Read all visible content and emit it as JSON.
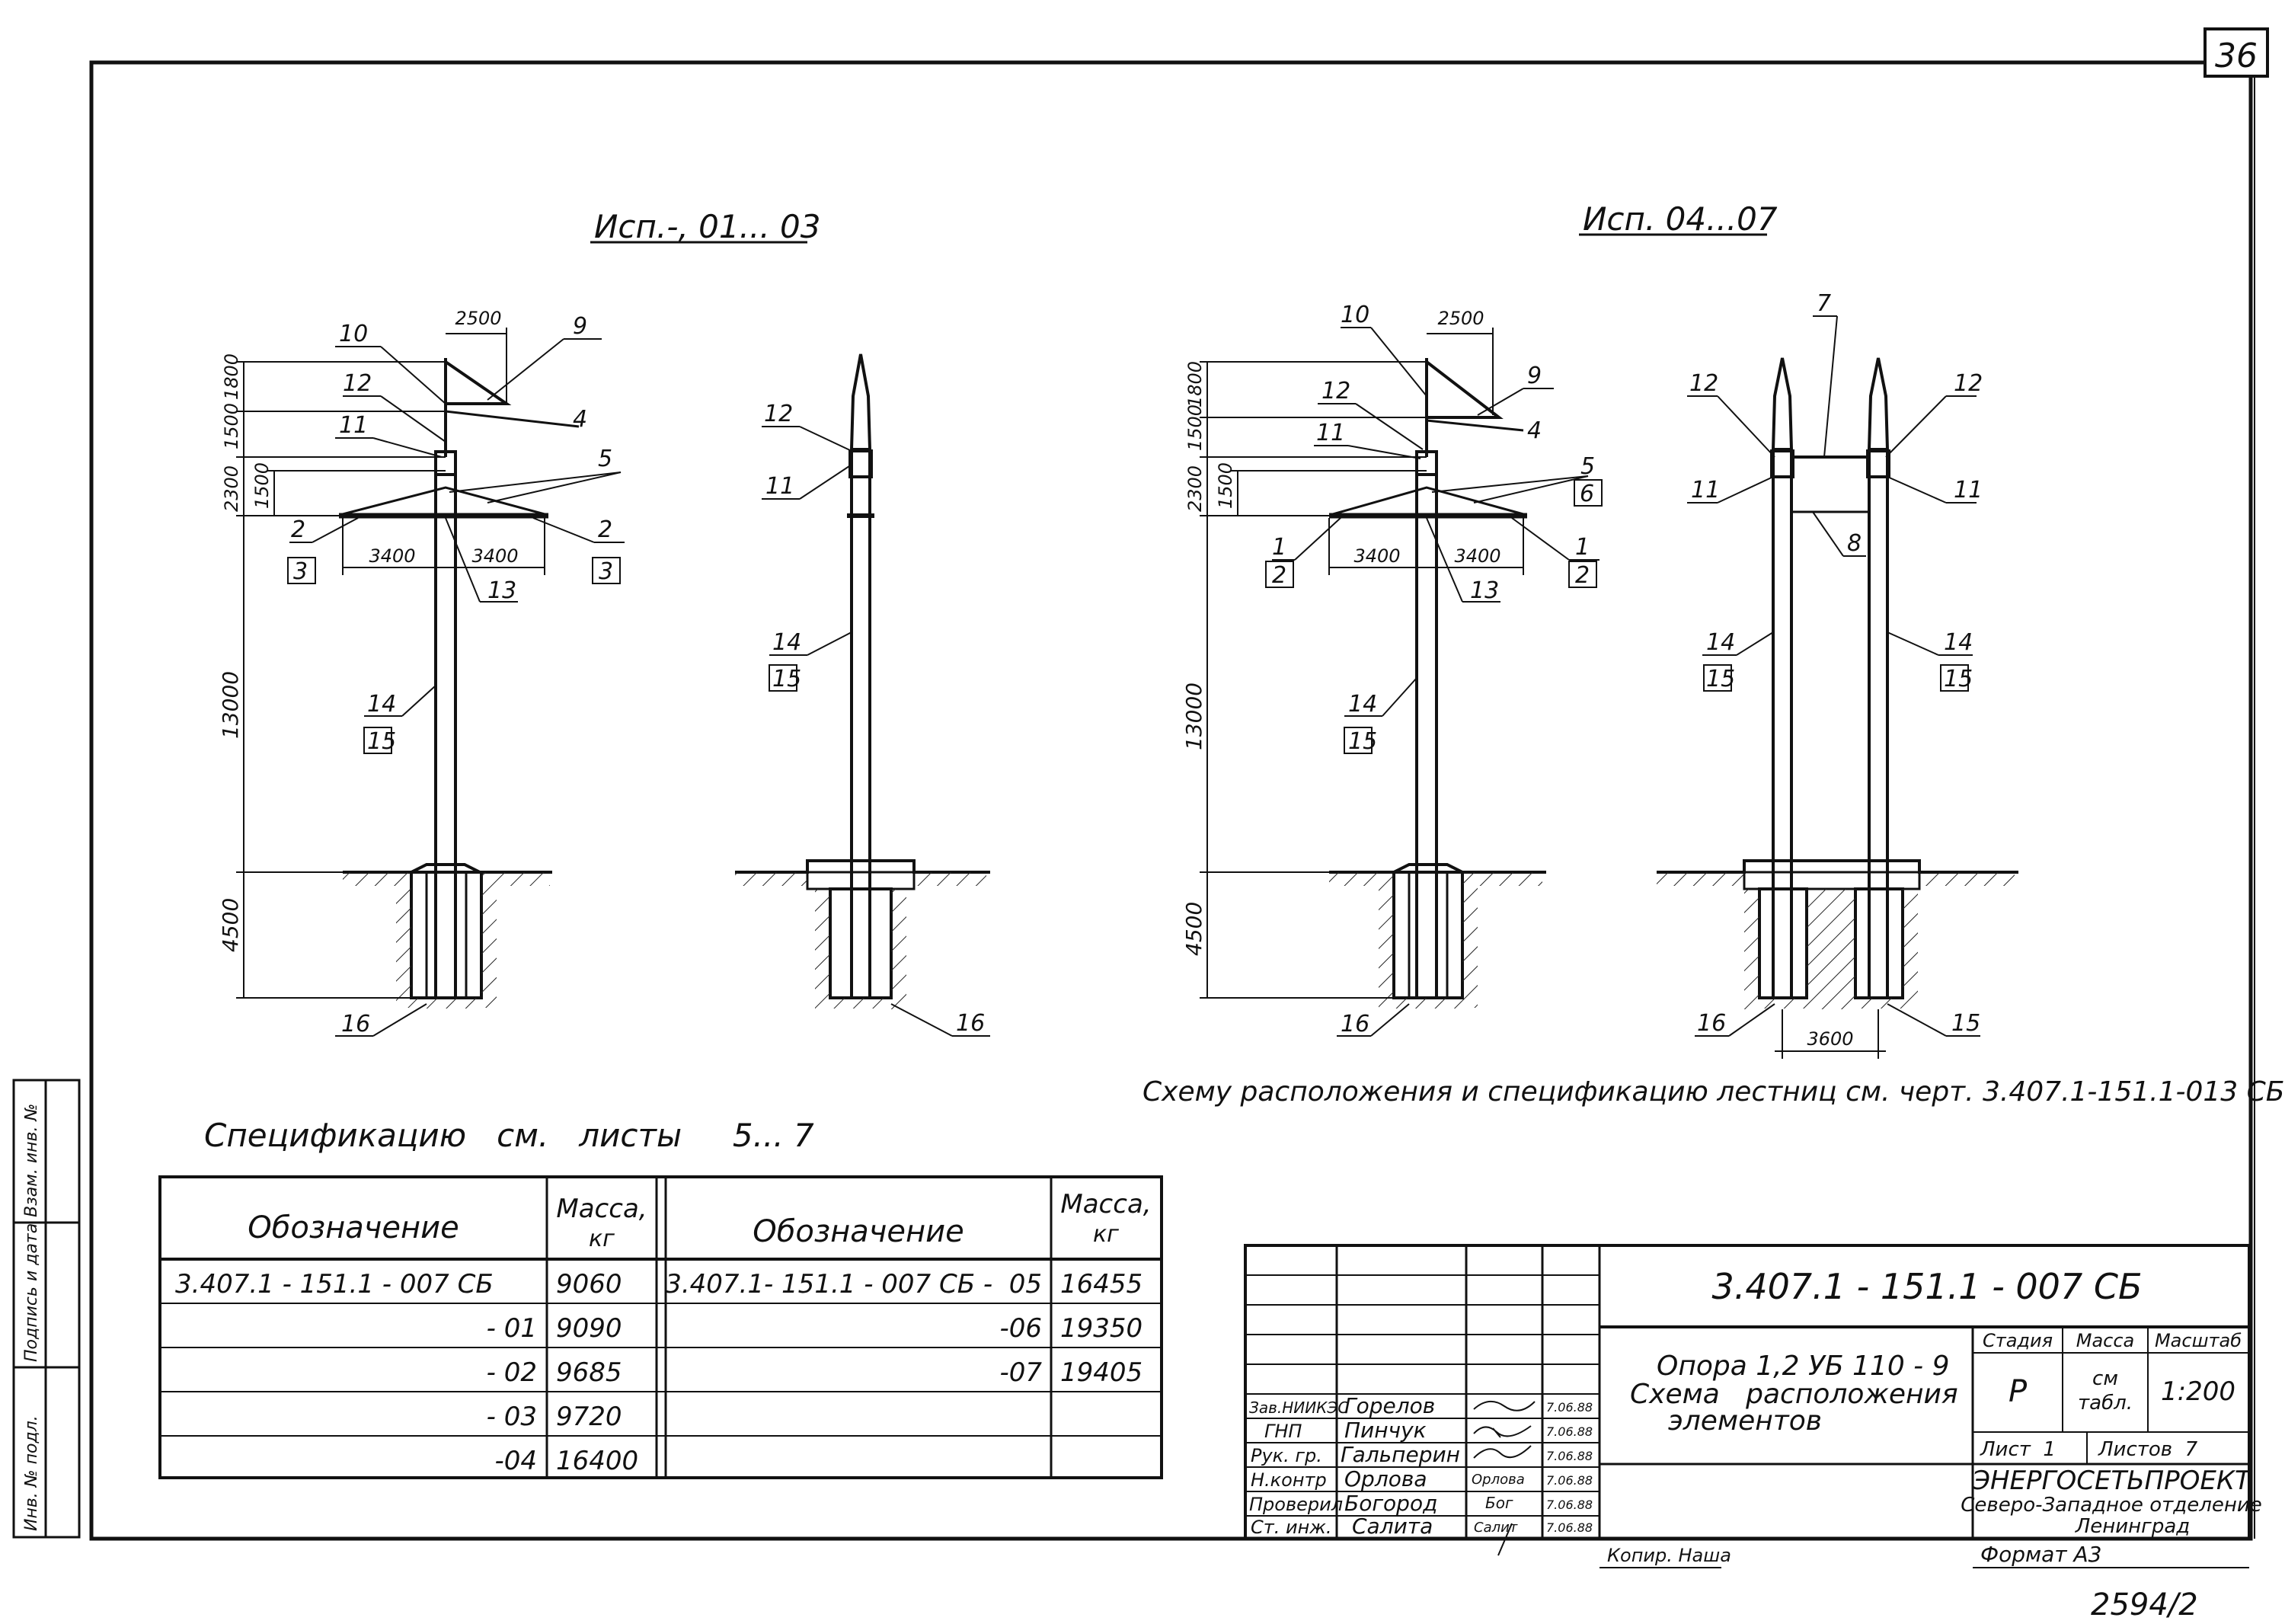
{
  "sheet_number": "36",
  "scheme_a_title": "Исп.-, 01... 03",
  "scheme_b_title": "Исп. 04...07",
  "labels": {
    "n1": "1",
    "n2": "2",
    "n3": "3",
    "n4": "4",
    "n5": "5",
    "n6": "6",
    "n7": "7",
    "n8": "8",
    "n9": "9",
    "n10": "10",
    "n11": "11",
    "n12": "12",
    "n13": "13",
    "n14": "14",
    "n15": "15",
    "n16": "16"
  },
  "dims": {
    "d2500": "2500",
    "d1800": "1800",
    "d1500": "1500",
    "d2300": "2300",
    "d3400": "3400",
    "d13000": "13000",
    "d4500": "4500",
    "d3600": "3600"
  },
  "ladder_note": "Схему расположения и спецификацию лестниц см. черт. 3.407.1-151.1-013 СБ",
  "spec_note": "Спецификацию   см.   листы     5... 7",
  "mass_table": {
    "h_designation": "Обозначение",
    "h_mass_1": "Масса,",
    "h_mass_2": "кг",
    "left_rows": [
      {
        "designation": "3.407.1 - 151.1 - 007 СБ",
        "mass": "9060"
      },
      {
        "designation": "- 01",
        "mass": "9090"
      },
      {
        "designation": "- 02",
        "mass": "9685"
      },
      {
        "designation": "- 03",
        "mass": "9720"
      },
      {
        "designation": "-04",
        "mass": "16400"
      }
    ],
    "right_rows": [
      {
        "designation": "3.407.1- 151.1 - 007 СБ -  05",
        "mass": "16455"
      },
      {
        "designation": "-06",
        "mass": "19350"
      },
      {
        "designation": "-07",
        "mass": "19405"
      },
      {
        "designation": "",
        "mass": ""
      },
      {
        "designation": "",
        "mass": ""
      }
    ]
  },
  "title_block": {
    "doc_code": "3.407.1 - 151.1 - 007 СБ",
    "name_1": "Опора 1,2 УБ 110 - 9",
    "name_2": "Схема   расположения",
    "name_3": "элементов",
    "stage_label": "Стадия",
    "mass_label": "Масса",
    "scale_label": "Масштаб",
    "stage_value": "Р",
    "mass_value_1": "см",
    "mass_value_2": "табл.",
    "scale_value": "1:200",
    "sheet_label": "Лист  1",
    "sheets_label": "Листов  7",
    "org_1": "ЭНЕРГОСЕТЬПРОЕКТ",
    "org_2": "Северо-Западное отделение",
    "org_3": "Ленинград",
    "signers": [
      {
        "role": "Зав.НИИКЭС",
        "name": "Горелов",
        "sign": "",
        "date": "7.06.88"
      },
      {
        "role": "ГНП",
        "name": "Пинчук",
        "sign": "",
        "date": "7.06.88"
      },
      {
        "role": "Рук. гр.",
        "name": "Гальперин",
        "sign": "",
        "date": "7.06.88"
      },
      {
        "role": "Н.контр",
        "name": "Орлова",
        "sign": "Орлова",
        "date": "7.06.88"
      },
      {
        "role": "Проверил",
        "name": "Богород",
        "sign": "Бог",
        "date": "7.06.88"
      },
      {
        "role": "Ст. инж.",
        "name": "Салита",
        "sign": "Салит",
        "date": "7.06.88"
      }
    ]
  },
  "copied": "Копир. Наша",
  "format": "Формат А3",
  "archive_number": "2594/2",
  "side_stamp": {
    "c1": "Инв. № подл.",
    "c2": "Подпись и дата",
    "c3": "Взам. инв. №"
  }
}
